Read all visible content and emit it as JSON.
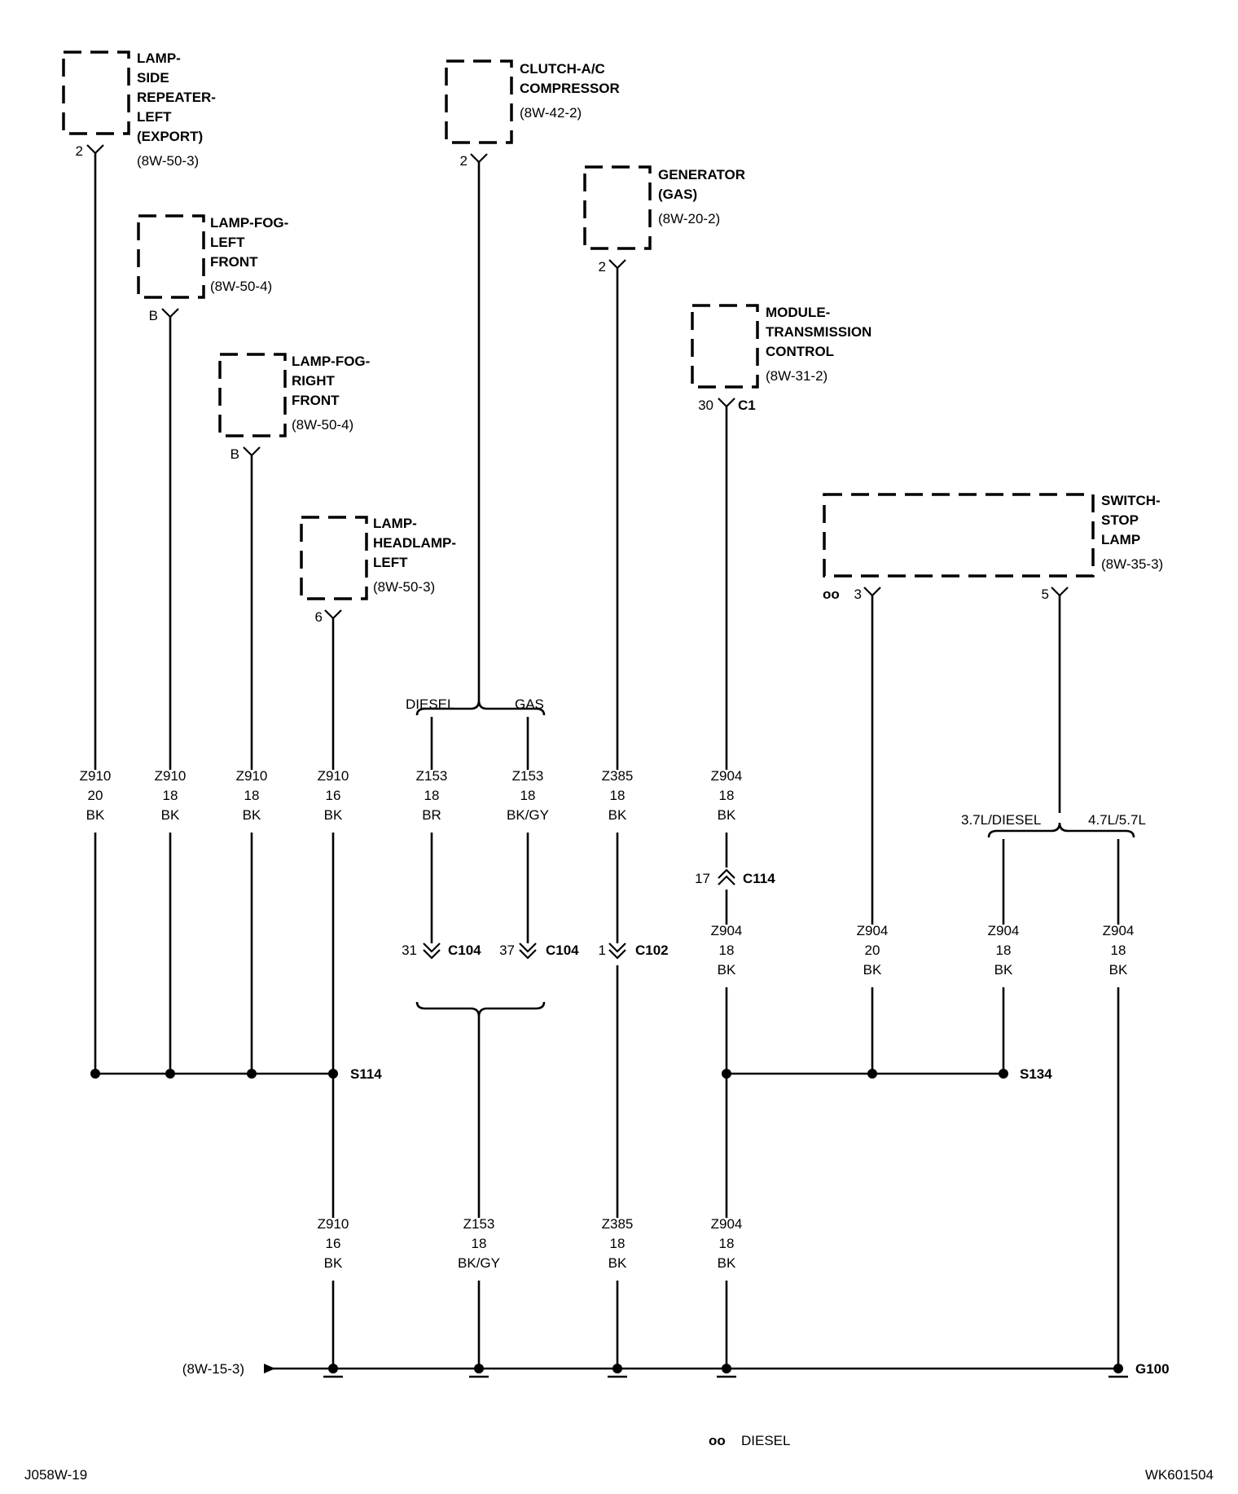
{
  "components": {
    "repeater": {
      "name": [
        "LAMP-",
        "SIDE",
        "REPEATER-",
        "LEFT",
        "(EXPORT)"
      ],
      "ref": "(8W-50-3)",
      "pin": "2"
    },
    "fog_left": {
      "name": [
        "LAMP-FOG-",
        "LEFT",
        "FRONT"
      ],
      "ref": "(8W-50-4)",
      "pin": "B"
    },
    "fog_right": {
      "name": [
        "LAMP-FOG-",
        "RIGHT",
        "FRONT"
      ],
      "ref": "(8W-50-4)",
      "pin": "B"
    },
    "headlamp": {
      "name": [
        "LAMP-",
        "HEADLAMP-",
        "LEFT"
      ],
      "ref": "(8W-50-3)",
      "pin": "6"
    },
    "clutch": {
      "name": [
        "CLUTCH-A/C",
        "COMPRESSOR"
      ],
      "ref": "(8W-42-2)",
      "pin": "2"
    },
    "generator": {
      "name": [
        "GENERATOR",
        "(GAS)"
      ],
      "ref": "(8W-20-2)",
      "pin": "2"
    },
    "tcm": {
      "name": [
        "MODULE-",
        "TRANSMISSION",
        "CONTROL"
      ],
      "ref": "(8W-31-2)",
      "pin": "30",
      "connector": "C1"
    },
    "stop_switch": {
      "name": [
        "SWITCH-",
        "STOP",
        "LAMP"
      ],
      "ref": "(8W-35-3)",
      "pin_a": "3",
      "pin_b": "5",
      "pin_a_mark": "oo"
    }
  },
  "options": {
    "clutch_left": "DIESEL",
    "clutch_right": "GAS",
    "switch_left": "3.7L/DIESEL",
    "switch_right": "4.7L/5.7L"
  },
  "wires": {
    "w1": [
      "Z910",
      "20",
      "BK"
    ],
    "w2": [
      "Z910",
      "18",
      "BK"
    ],
    "w3": [
      "Z910",
      "18",
      "BK"
    ],
    "w4": [
      "Z910",
      "16",
      "BK"
    ],
    "w5": [
      "Z153",
      "18",
      "BR"
    ],
    "w6": [
      "Z153",
      "18",
      "BK/GY"
    ],
    "w7": [
      "Z385",
      "18",
      "BK"
    ],
    "w8": [
      "Z904",
      "18",
      "BK"
    ],
    "w9": [
      "Z904",
      "18",
      "BK"
    ],
    "w10": [
      "Z904",
      "20",
      "BK"
    ],
    "w11": [
      "Z904",
      "18",
      "BK"
    ],
    "w12": [
      "Z904",
      "18",
      "BK"
    ],
    "w13": [
      "Z910",
      "16",
      "BK"
    ],
    "w14": [
      "Z153",
      "18",
      "BK/GY"
    ],
    "w15": [
      "Z385",
      "18",
      "BK"
    ],
    "w16": [
      "Z904",
      "18",
      "BK"
    ]
  },
  "connectors": {
    "c114": {
      "pin": "17",
      "name": "C114"
    },
    "c104a": {
      "pin": "31",
      "name": "C104"
    },
    "c104b": {
      "pin": "37",
      "name": "C104"
    },
    "c102": {
      "pin": "1",
      "name": "C102"
    }
  },
  "splices": {
    "s114": "S114",
    "s134": "S134"
  },
  "ground": {
    "name": "G100",
    "ref": "(8W-15-3)"
  },
  "legend": {
    "mark": "oo",
    "text": "DIESEL"
  },
  "footer": {
    "left": "J058W-19",
    "right": "WK601504"
  }
}
